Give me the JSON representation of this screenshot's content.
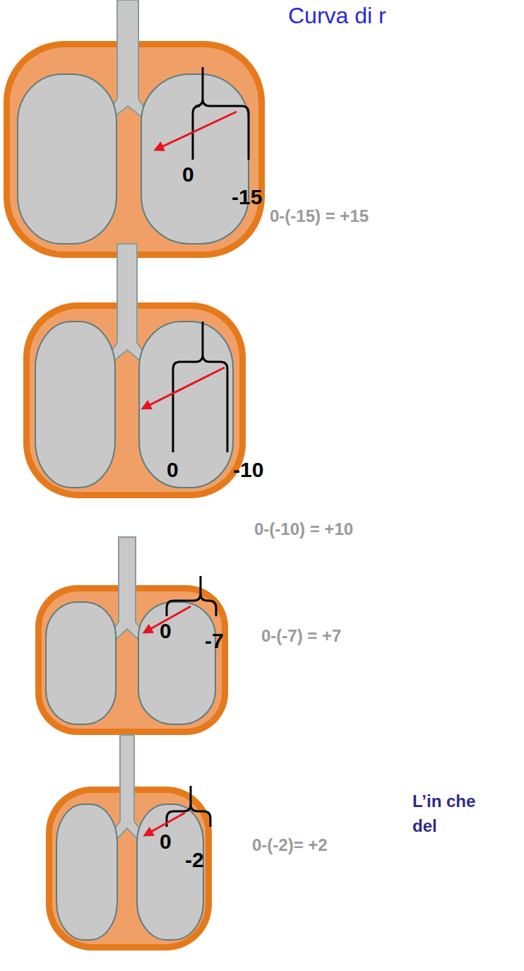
{
  "diagram": {
    "title": "Curva di r",
    "labels": [
      "0",
      "-15",
      "0-(-15) = +15",
      "0",
      "-10",
      "0-(-10) = +10",
      "0",
      "-7",
      "0-(-7) = +7",
      "0",
      "-2",
      "0-(-2)= +2",
      "L’in che del"
    ]
  }
}
